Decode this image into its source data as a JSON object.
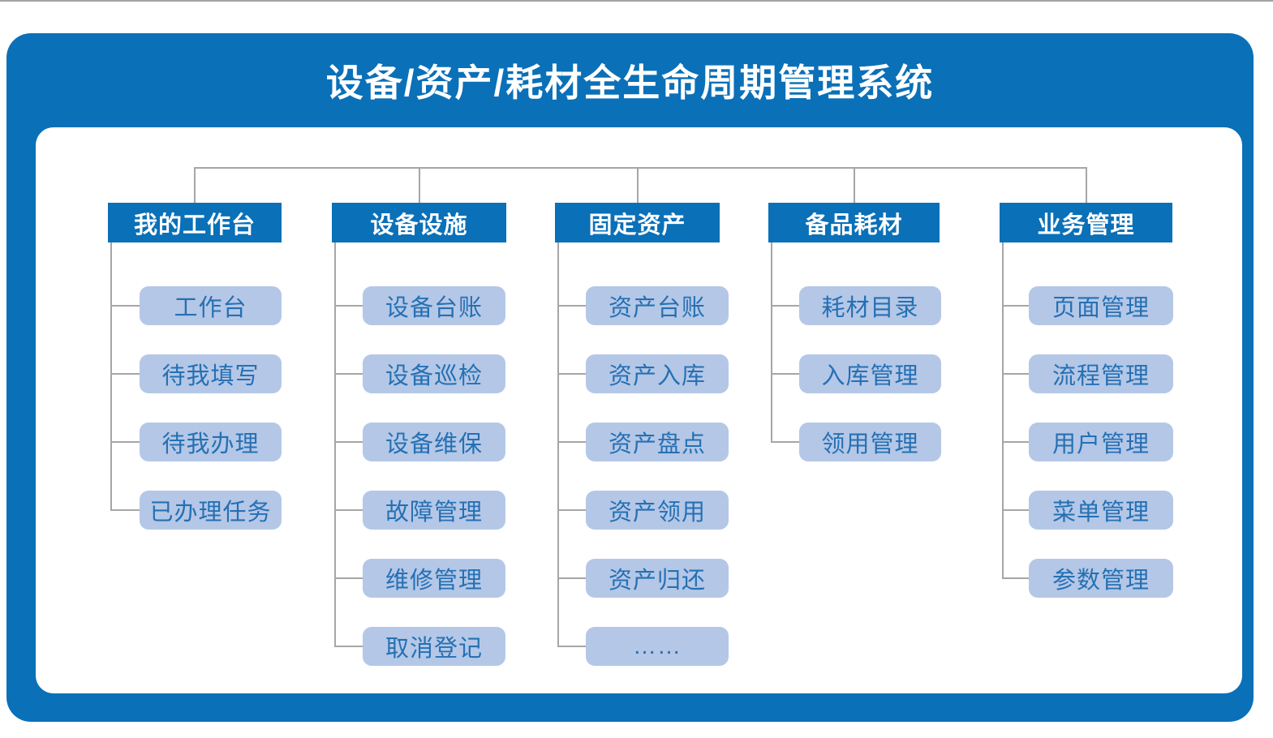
{
  "title": "设备/资产/耗材全生命周期管理系统",
  "colors": {
    "page_bg": "#ffffff",
    "top_border": "#a3a3a3",
    "primary_blue": "#0a70b8",
    "header_text": "#ffffff",
    "item_fill": "#b4c7e7",
    "item_text": "#2570b3",
    "connector_gray": "#a6a6a6"
  },
  "columns": [
    {
      "header": "我的工作台",
      "items": [
        "工作台",
        "待我填写",
        "待我办理",
        "已办理任务"
      ]
    },
    {
      "header": "设备设施",
      "items": [
        "设备台账",
        "设备巡检",
        "设备维保",
        "故障管理",
        "维修管理",
        "取消登记"
      ]
    },
    {
      "header": "固定资产",
      "items": [
        "资产台账",
        "资产入库",
        "资产盘点",
        "资产领用",
        "资产归还",
        "……"
      ]
    },
    {
      "header": "备品耗材",
      "items": [
        "耗材目录",
        "入库管理",
        "领用管理"
      ]
    },
    {
      "header": "业务管理",
      "items": [
        "页面管理",
        "流程管理",
        "用户管理",
        "菜单管理",
        "参数管理"
      ]
    }
  ]
}
